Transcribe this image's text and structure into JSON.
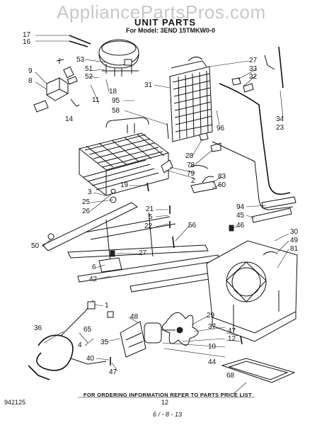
{
  "header": {
    "watermark": "AppliancePartsPros.com",
    "title": "UNIT PARTS",
    "subtitle": "For Model: 3END 15TMKW0-0"
  },
  "footer": {
    "order_note": "FOR ORDERING INFORMATION REFER TO PARTS PRICE LIST",
    "left_code": "942125",
    "page_number": "12",
    "handwritten": "6 / - 8 - 13"
  },
  "callouts": {
    "c17": "17",
    "c16": "16",
    "c53": "53",
    "c9": "9",
    "c51": "51",
    "c8": "8",
    "c52": "52",
    "c18": "18",
    "c11": "11",
    "c95": "95",
    "c14": "14",
    "c58": "58",
    "c31": "31",
    "c27a": "27",
    "c33": "33",
    "c32": "32",
    "c34": "34",
    "c23": "23",
    "c96": "96",
    "c28": "28",
    "c78": "78",
    "c79": "79",
    "c2": "2",
    "c83": "83",
    "c60": "60",
    "c19": "19",
    "c3": "3",
    "c25": "25",
    "c26": "26",
    "c21": "21",
    "c5": "5",
    "c22": "22",
    "c56": "56",
    "c94": "94",
    "c45": "45",
    "c46": "46",
    "c30": "30",
    "c49": "49",
    "c81": "81",
    "c50": "50",
    "c27b": "27",
    "c6": "6",
    "c42": "42",
    "c1": "1",
    "c48": "48",
    "c36": "36",
    "c4": "4",
    "c65": "65",
    "c35": "35",
    "c40": "40",
    "c47a": "47",
    "c29": "29",
    "c37": "37",
    "c10": "10",
    "c47b": "47",
    "c12": "12",
    "c44": "44",
    "c68": "68"
  }
}
